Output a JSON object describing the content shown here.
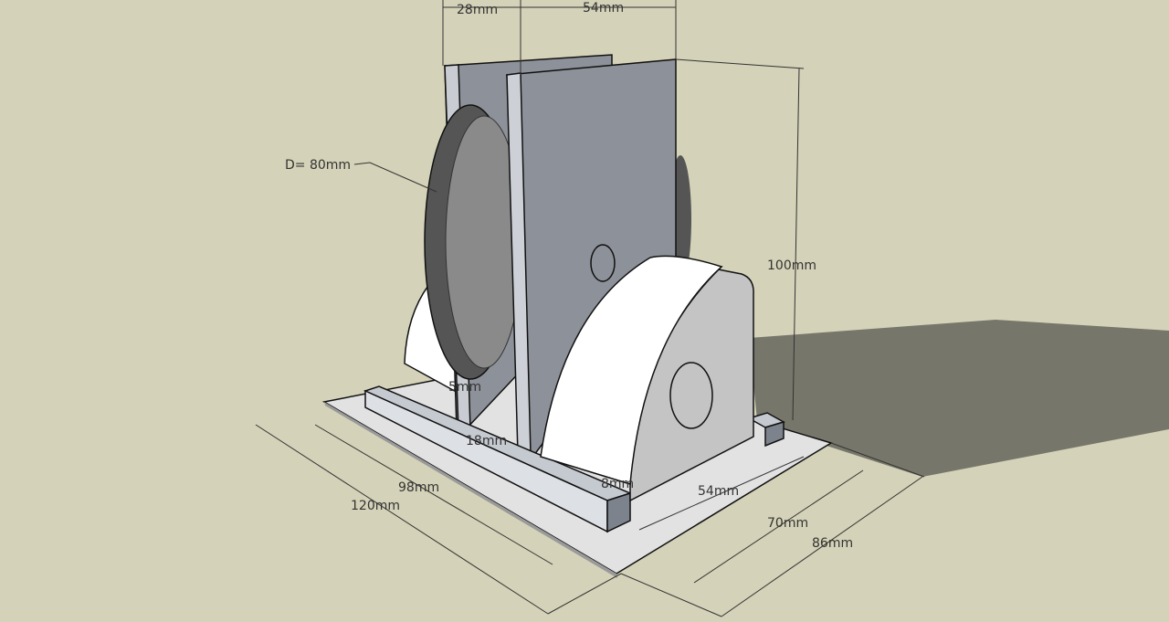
{
  "colors": {
    "background": "#d4d2b8",
    "shadow": "#77766a",
    "plate": "#8a8e95",
    "block_white": "#ffffff",
    "block_side": "#c4c4c4",
    "wheel": "#555555"
  },
  "dimensions": {
    "top_gap": "28mm",
    "top_width": "54mm",
    "wheel_diameter": "D= 80mm",
    "height": "100mm",
    "plate_thickness": "5mm",
    "inner_gap": "18mm",
    "rail_height": "8mm",
    "block_depth": "54mm",
    "inner_length": "98mm",
    "base_length": "120mm",
    "inner_width": "70mm",
    "base_width": "86mm"
  }
}
